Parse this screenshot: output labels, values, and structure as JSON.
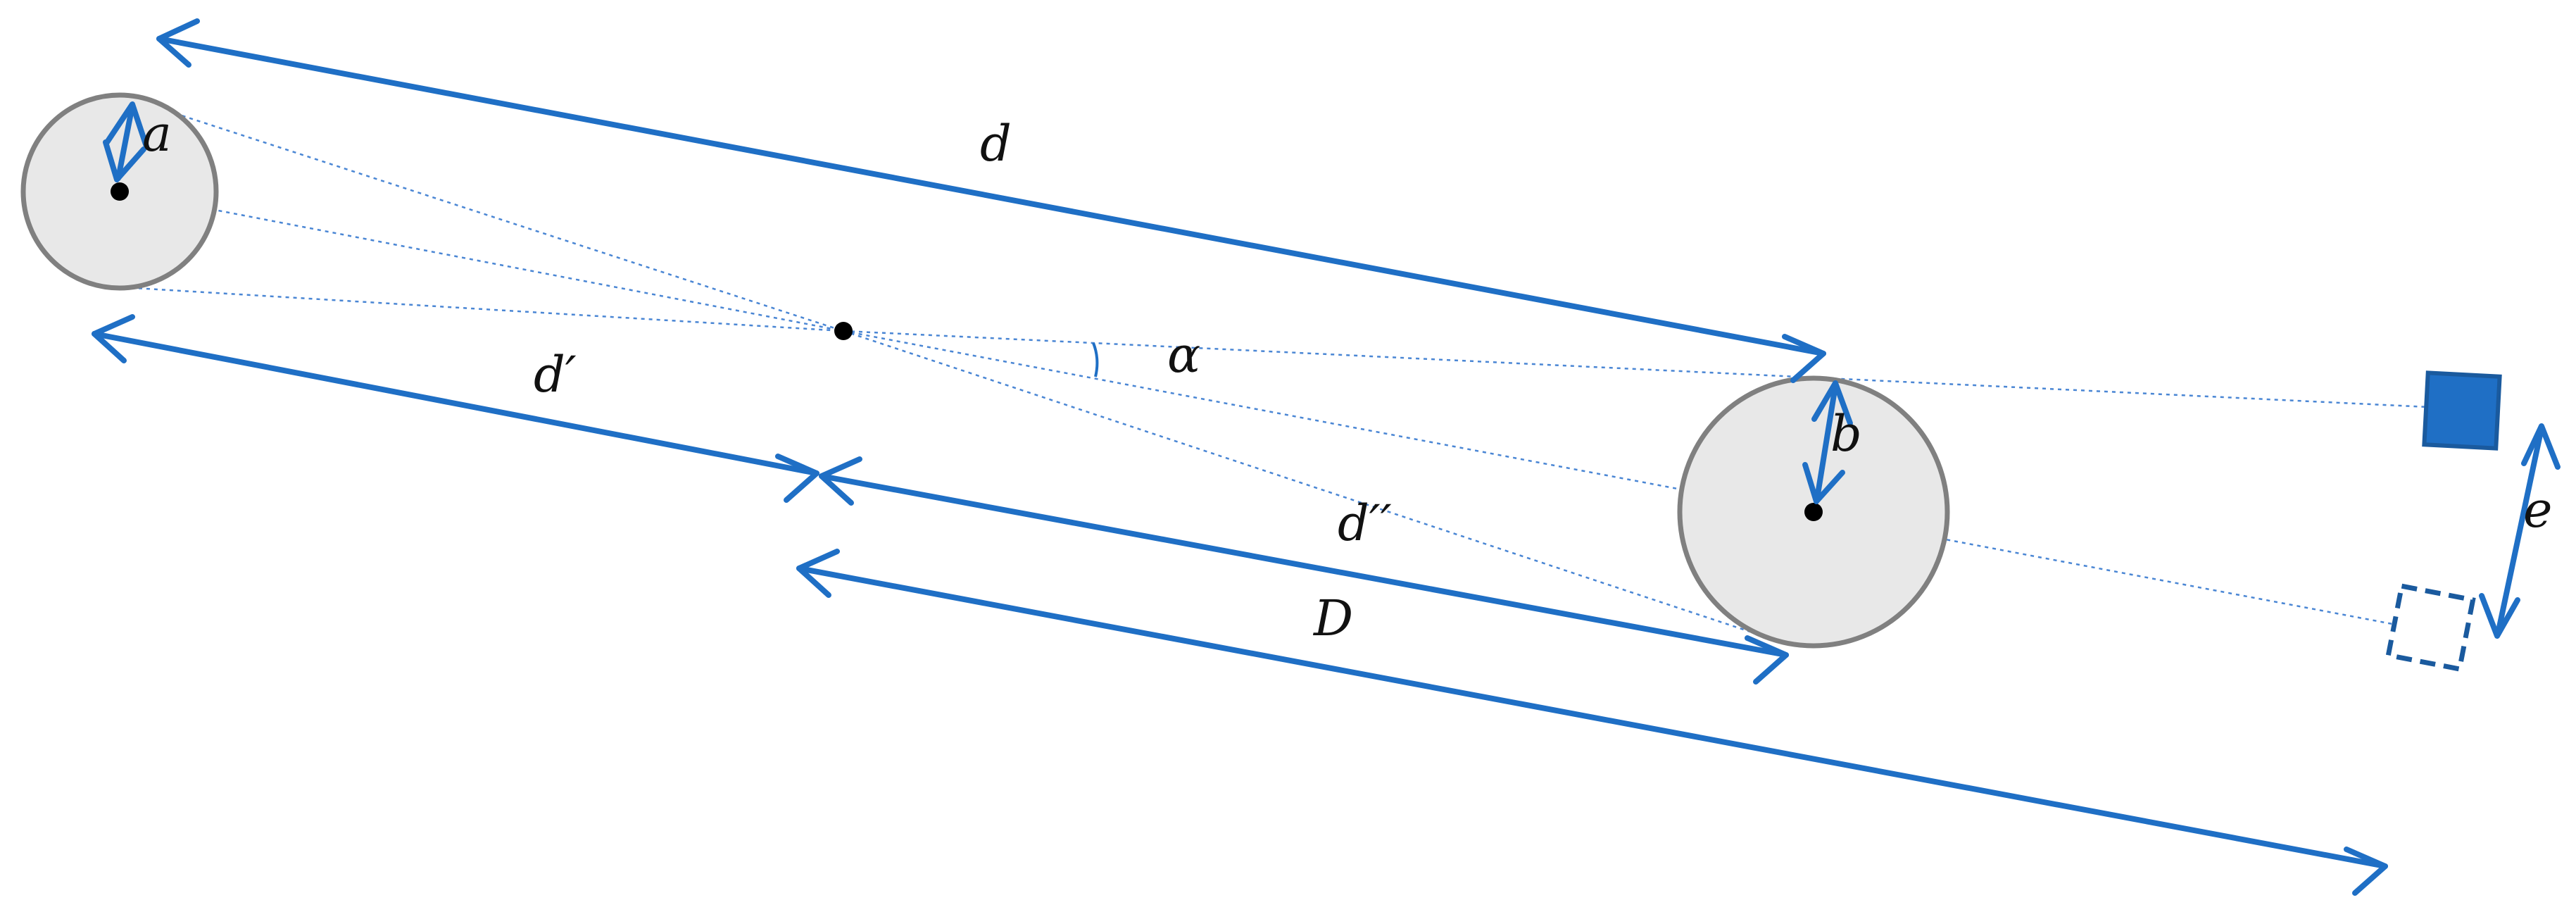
{
  "labels": {
    "a": "a",
    "b": "b",
    "d": "d",
    "d_prime": "d′",
    "d_double_prime": "d′′",
    "D": "D",
    "alpha": "α",
    "e": "e"
  },
  "colors": {
    "arrow": "#1f6fc5",
    "guide_line": "#4a86d4",
    "body_fill": "#e8e8e8",
    "body_stroke": "#808080",
    "square_fill": "#1f6fc5",
    "point": "#000000"
  },
  "elements": {
    "left_body": "circle",
    "right_body": "circle",
    "solid_marker": "filled-square",
    "dashed_marker": "dashed-square"
  }
}
